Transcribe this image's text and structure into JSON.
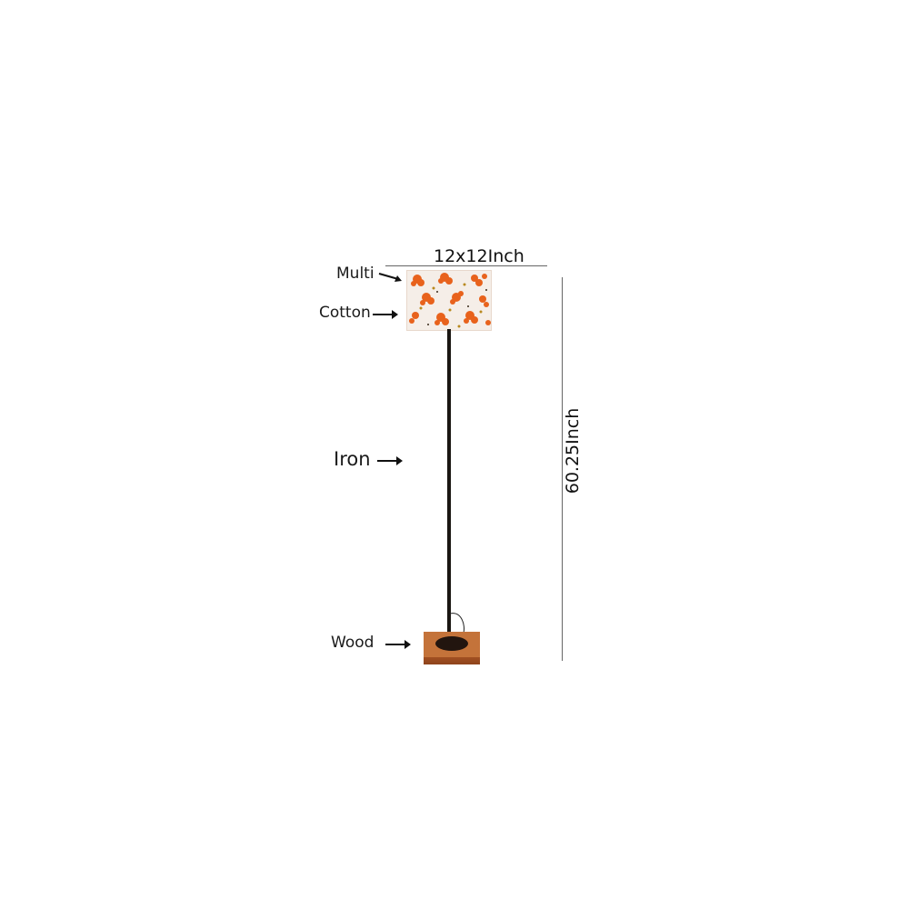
{
  "product": {
    "type": "floor lamp",
    "dimensions": {
      "width_label": "12x12Inch",
      "height_label": "60.25Inch"
    },
    "material_labels": [
      {
        "text": "Multi"
      },
      {
        "text": "Cotton"
      },
      {
        "text": "Iron"
      },
      {
        "text": "Wood"
      }
    ]
  },
  "colors": {
    "shade_background": "#f5eee8",
    "flower_orange": "#e8621c",
    "pole": "#1a1612",
    "wood_base": "#c4733a"
  }
}
